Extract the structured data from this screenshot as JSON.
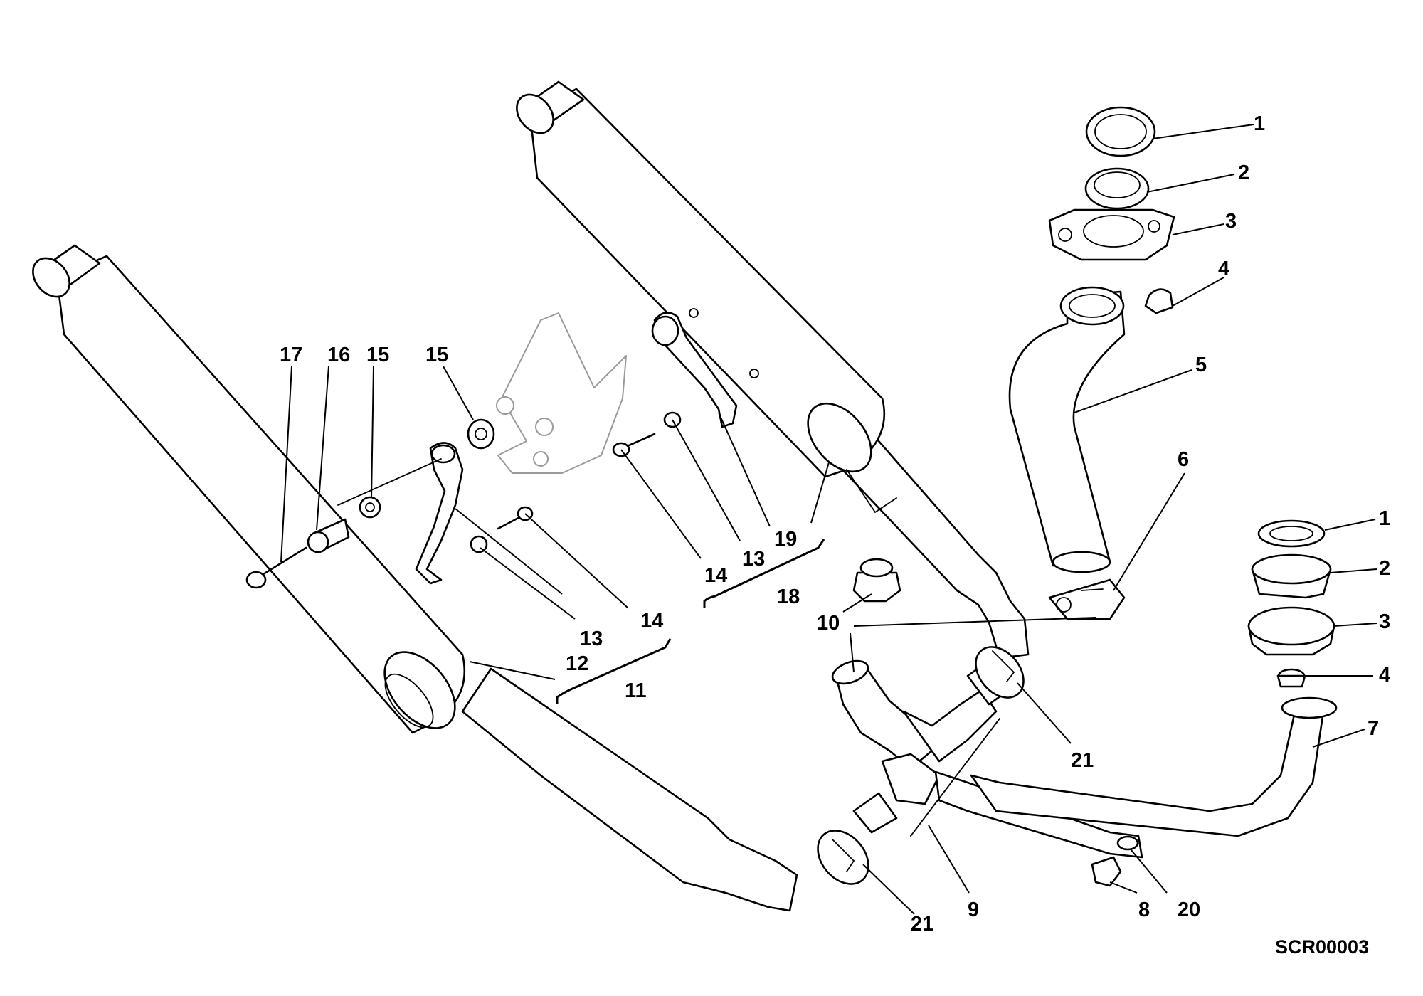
{
  "diagram": {
    "drawing_code": "SCR00003",
    "callouts": [
      "1",
      "2",
      "3",
      "4",
      "5",
      "6",
      "1",
      "2",
      "3",
      "4",
      "7",
      "8",
      "20",
      "9",
      "21",
      "21",
      "10",
      "11",
      "12",
      "13",
      "14",
      "15",
      "15",
      "16",
      "17",
      "18",
      "19",
      "13",
      "14"
    ]
  }
}
